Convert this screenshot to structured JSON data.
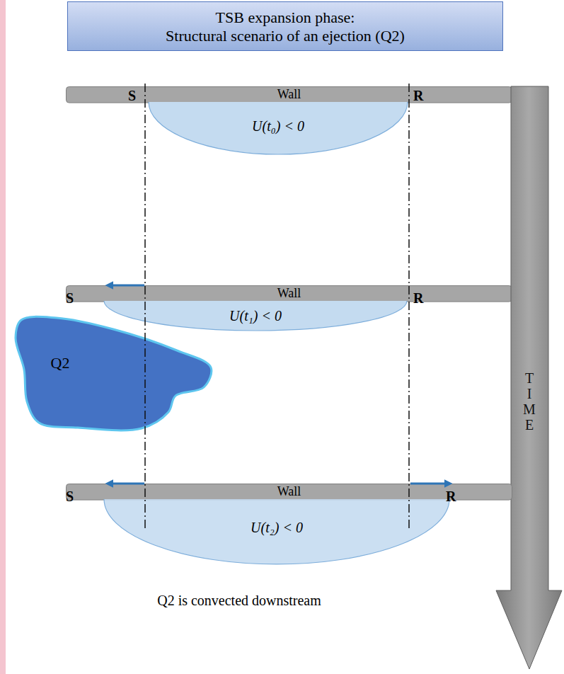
{
  "diagram": {
    "nodes": [
      {
        "text": [
          "TSB expansion phase: Structural scenario of an ejection (Q2)"
        ]
      },
      {
        "text": [
          "Wall"
        ]
      },
      {
        "text": [
          "U(t₀) < 0"
        ]
      },
      {
        "text": [
          "Wall"
        ]
      },
      {
        "text": [
          "U(t₁) < 0"
        ]
      },
      {
        "text": [
          "Q2"
        ]
      },
      {
        "text": [
          "TIME"
        ]
      },
      {
        "text": [
          "Wall"
        ]
      },
      {
        "text": [
          "U(t₂) < 0"
        ]
      },
      {
        "text": [
          "Q2 is convected downstream"
        ]
      }
    ],
    "labels": [
      "S",
      "R",
      "S",
      "R",
      "S",
      "R"
    ]
  }
}
